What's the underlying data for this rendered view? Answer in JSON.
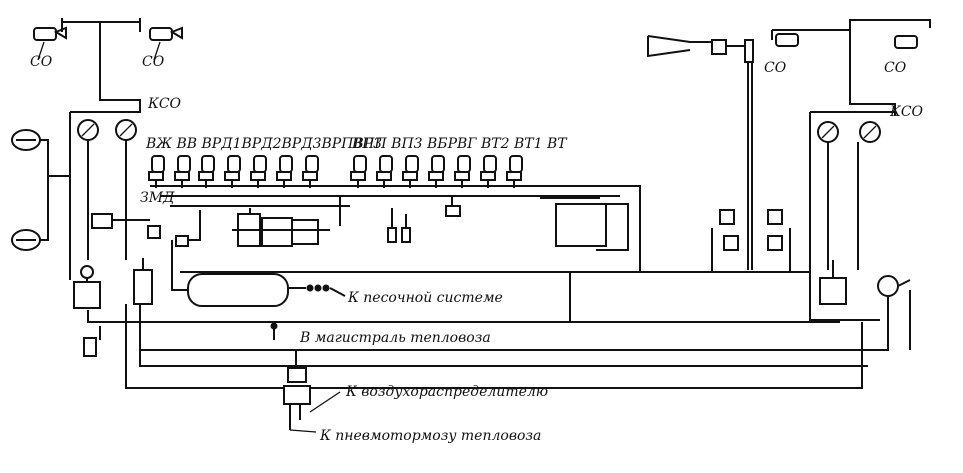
{
  "labels": {
    "co_1": "СО",
    "co_2": "СО",
    "co_3": "СО",
    "co_4": "СО",
    "kso_left": "КСО",
    "kso_right": "КСО",
    "valve_row_1": "ВЖ  ВВ  ВРД1ВРД2ВРД3ВРПВР3",
    "valve_row_2": "ВПП  ВП3  ВБРВГ  ВТ2  ВТ1  ВТ",
    "zmd": "ЗМД"
  },
  "callouts": {
    "sand": "К песочной системе",
    "main_line": "В магистраль тепловоза",
    "air_distributor": "К воздухораспределителю",
    "pneumo_brake": "К пневмотормозу тепловоза"
  },
  "colors": {
    "ink": "#111111",
    "paper": "#ffffff"
  }
}
